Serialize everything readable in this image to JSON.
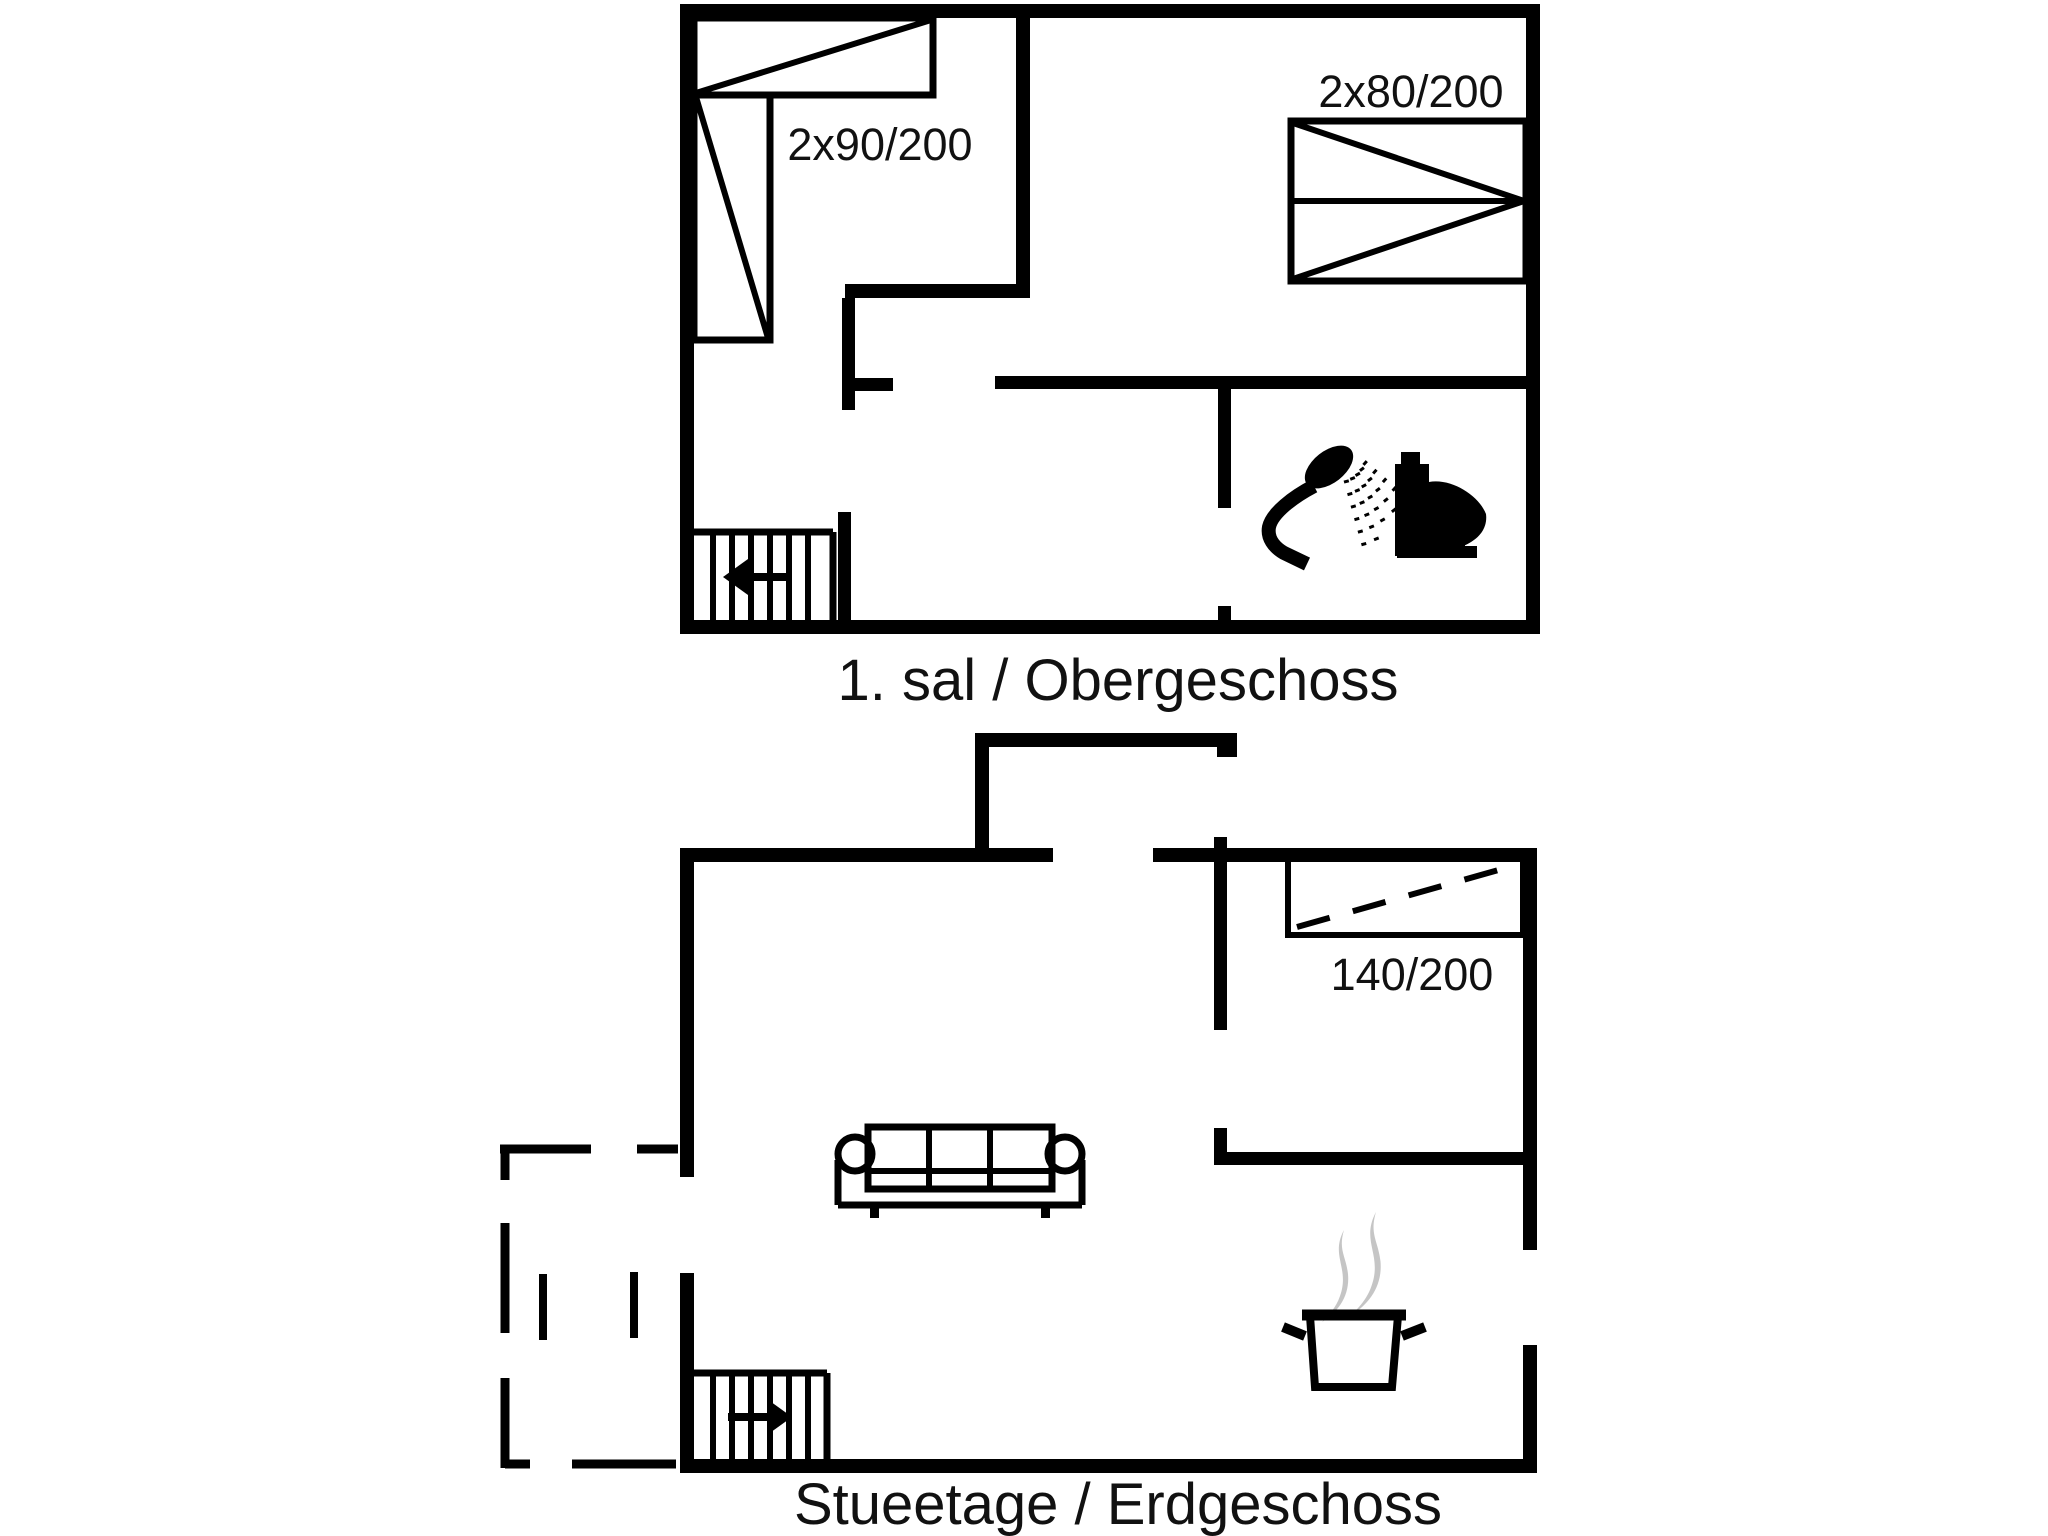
{
  "title": "Holiday house floor plan",
  "colors": {
    "background": "#ffffff",
    "walls": "#000000",
    "text": "#111111",
    "steam": "#c5c5c5"
  },
  "upper_floor": {
    "label": "1. sal / Obergeschoss",
    "bed_left_label": "2x90/200",
    "bed_right_label": "2x80/200",
    "icons": {
      "shower": "shower-icon",
      "toilet": "toilet-icon",
      "stairs_arrow": "arrow-left"
    }
  },
  "lower_floor": {
    "label": "Stueetage / Erdgeschoss",
    "bed_label": "140/200",
    "icons": {
      "sofa": "sofa-icon",
      "pot": "cooking-pot-steam-icon",
      "stairs_arrow": "arrow-right"
    }
  }
}
